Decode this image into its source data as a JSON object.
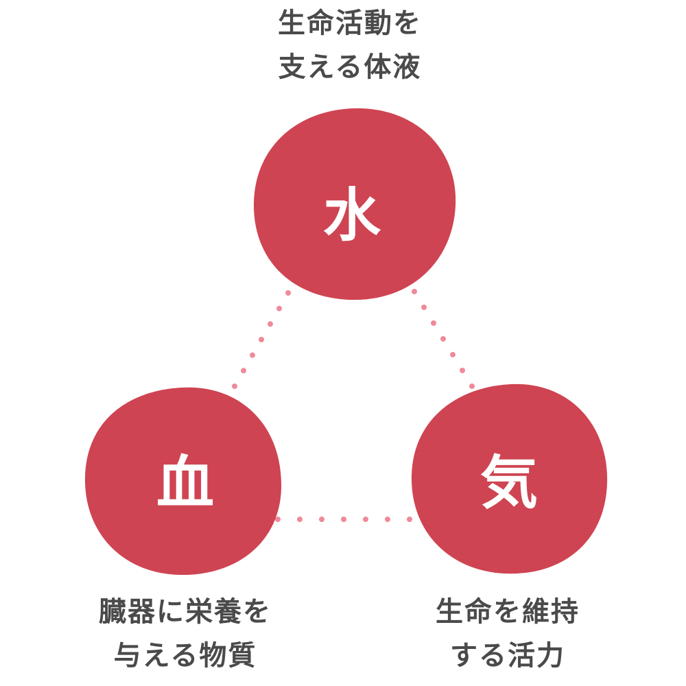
{
  "colors": {
    "circle_fill": "#cf4452",
    "circle_label": "#ffffff",
    "connector_dot": "#ef8a9a",
    "caption_text": "#4a4a4a"
  },
  "nodes": {
    "water": {
      "label": "水",
      "caption_line1": "生命活動を",
      "caption_line2": "支える体液"
    },
    "blood": {
      "label": "血",
      "caption_line1": "臓器に栄養を",
      "caption_line2": "与える物質"
    },
    "qi": {
      "label": "気",
      "caption_line1": "生命を維持",
      "caption_line2": "する活力"
    }
  }
}
